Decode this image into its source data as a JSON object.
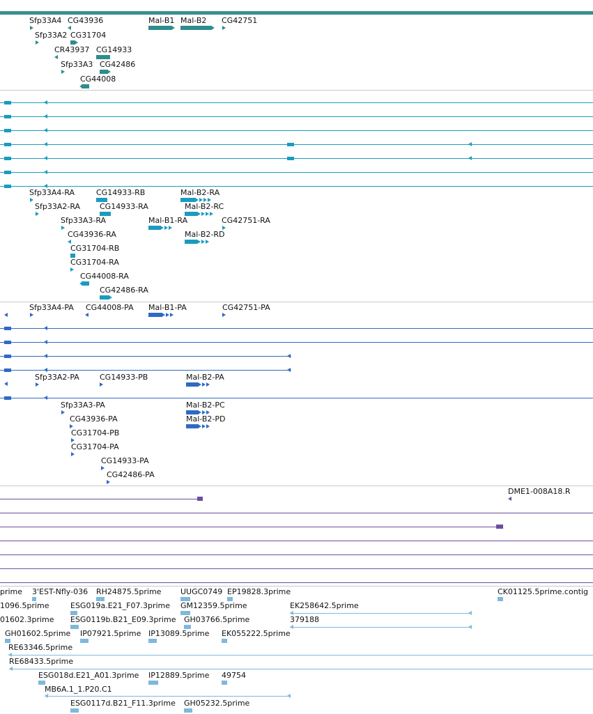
{
  "colors": {
    "gene": "#2e8c8c",
    "transcript": "#1a9bbf",
    "protein": "#2f6ac4",
    "clone": "#6b4fa0",
    "est": "#7fb8dd",
    "topbar": "#3a8f8f",
    "divider": "#c9c9c9"
  },
  "tracks": {
    "genes": {
      "labels": [
        "Sfp33A4",
        "CG43936",
        "Mal-B1",
        "Mal-B2",
        "CG42751",
        "Sfp33A2",
        "CG31704",
        "CR43937",
        "CG14933",
        "Sfp33A3",
        "CG42486",
        "CG44008"
      ]
    },
    "transcripts": {
      "labels": [
        "Sfp33A4-RA",
        "CG14933-RB",
        "Mal-B2-RA",
        "Sfp33A2-RA",
        "CG14933-RA",
        "Mal-B2-RC",
        "Sfp33A3-RA",
        "Mal-B1-RA",
        "CG42751-RA",
        "CG43936-RA",
        "Mal-B2-RD",
        "CG31704-RB",
        "CG31704-RA",
        "CG44008-RA",
        "CG42486-RA"
      ]
    },
    "proteins": {
      "labels": [
        "Sfp33A4-PA",
        "CG44008-PA",
        "Mal-B1-PA",
        "CG42751-PA",
        "Sfp33A2-PA",
        "CG14933-PB",
        "Mal-B2-PA",
        "Sfp33A3-PA",
        "Mal-B2-PC",
        "CG43936-PA",
        "Mal-B2-PD",
        "CG31704-PB",
        "CG31704-PA",
        "CG14933-PA",
        "CG42486-PA"
      ]
    },
    "clones": {
      "labels": [
        "DME1-008A18.R"
      ]
    },
    "ests": {
      "labels": [
        "prime",
        "3'EST-Nfly-036",
        "RH24875.5prime",
        "UUGC0749",
        "EP19828.3prime",
        "CK01125.5prime.contig",
        "1096.5prime",
        "ESG019a.E21_F07.3prime",
        "GM12359.5prime",
        "EK258642.5prime",
        "01602.3prime",
        "ESG0119b.B21_E09.3prime",
        "GH03766.5prime",
        "379188",
        "GH01602.5prime",
        "IP07921.5prime",
        "IP13089.5prime",
        "EK055222.5prime",
        "RE63346.5prime",
        "RE68433.5prime",
        "ESG018d.E21_A01.3prime",
        "IP12889.5prime",
        "49754",
        "MB6A.1_1.P20.C1",
        "ESG0117d.B21_F11.3prime",
        "GH05232.5prime"
      ]
    }
  }
}
